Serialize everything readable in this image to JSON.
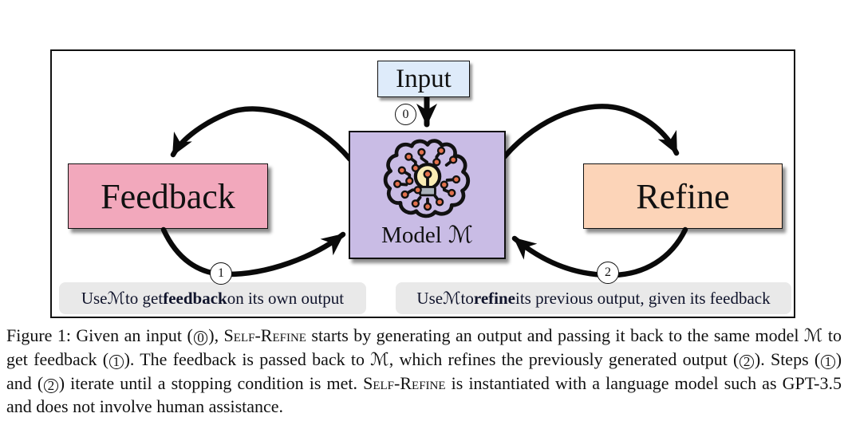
{
  "figure": {
    "diagram": {
      "input_label": "Input",
      "model_label": "Model",
      "model_symbol": "ℳ",
      "feedback_label": "Feedback",
      "refine_label": "Refine",
      "step_badges": [
        "0",
        "1",
        "2"
      ],
      "left_note_segments": [
        {
          "t": "Use "
        },
        {
          "t": "ℳ",
          "s": "script"
        },
        {
          "t": " to get "
        },
        {
          "t": "feedback",
          "s": "bold"
        },
        {
          "t": " on its own output"
        }
      ],
      "right_note_segments": [
        {
          "t": "Use "
        },
        {
          "t": "ℳ",
          "s": "script"
        },
        {
          "t": " to "
        },
        {
          "t": "refine",
          "s": "bold"
        },
        {
          "t": " its previous output, given its feedback"
        }
      ],
      "icon": "brain-circuit-with-bulb",
      "colors": {
        "input_bg": "#deebfa",
        "model_bg": "#c9bce5",
        "feedback_bg": "#f2a8bc",
        "refine_bg": "#fcd4b8",
        "note_bg": "#e9e9e9",
        "arrow": "#0a0a0a",
        "node_dot": "#e2714d",
        "bulb": "#f9ecb4",
        "bulb_base": "#aab2ba"
      }
    },
    "caption_segments": [
      {
        "t": "Figure 1: Given an input ("
      },
      {
        "t": "0",
        "s": "circled"
      },
      {
        "t": "), "
      },
      {
        "t": "Self-Refine",
        "s": "smallcaps"
      },
      {
        "t": " starts by generating an output and passing it back to the same model "
      },
      {
        "t": "ℳ",
        "s": "script"
      },
      {
        "t": " to get feedback ("
      },
      {
        "t": "1",
        "s": "circled"
      },
      {
        "t": "). The feedback is passed back to "
      },
      {
        "t": "ℳ",
        "s": "script"
      },
      {
        "t": ", which refines the previously generated output ("
      },
      {
        "t": "2",
        "s": "circled"
      },
      {
        "t": "). Steps ("
      },
      {
        "t": "1",
        "s": "circled"
      },
      {
        "t": ") and ("
      },
      {
        "t": "2",
        "s": "circled"
      },
      {
        "t": ") iterate until a stopping condition is met. "
      },
      {
        "t": "Self-Refine",
        "s": "smallcaps"
      },
      {
        "t": " is instantiated with a language model such as GPT-3.5 and does not involve human assistance."
      }
    ]
  }
}
